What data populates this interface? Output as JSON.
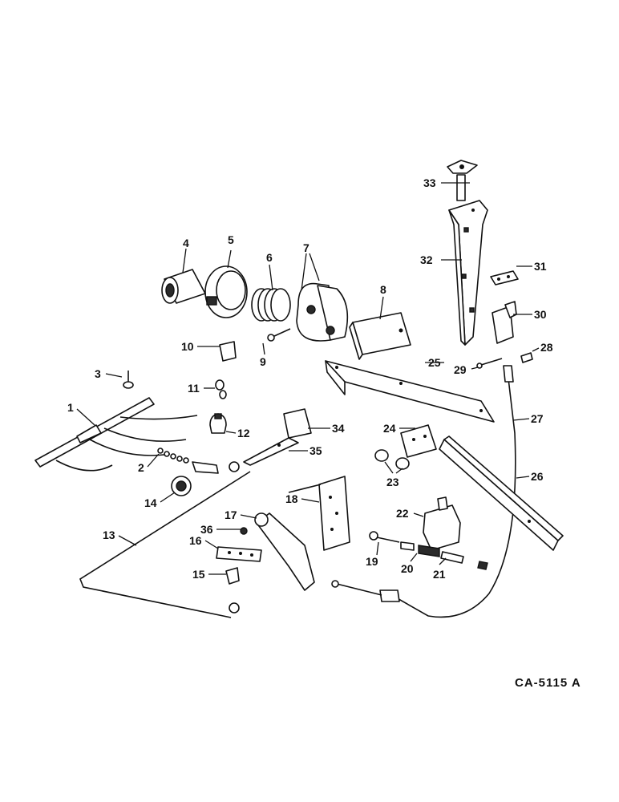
{
  "drawing_code": "CA-5115 A",
  "callouts": {
    "c1": "1",
    "c2": "2",
    "c3": "3",
    "c4": "4",
    "c5": "5",
    "c6": "6",
    "c7": "7",
    "c8": "8",
    "c9": "9",
    "c10": "10",
    "c11": "11",
    "c12": "12",
    "c13": "13",
    "c14": "14",
    "c15": "15",
    "c16": "16",
    "c17": "17",
    "c18": "18",
    "c19": "19",
    "c20": "20",
    "c21": "21",
    "c22": "22",
    "c23": "23",
    "c24": "24",
    "c25": "25",
    "c26": "26",
    "c27": "27",
    "c28": "28",
    "c29": "29",
    "c30": "30",
    "c31": "31",
    "c32": "32",
    "c33": "33",
    "c34": "34",
    "c35": "35",
    "c36": "36"
  }
}
